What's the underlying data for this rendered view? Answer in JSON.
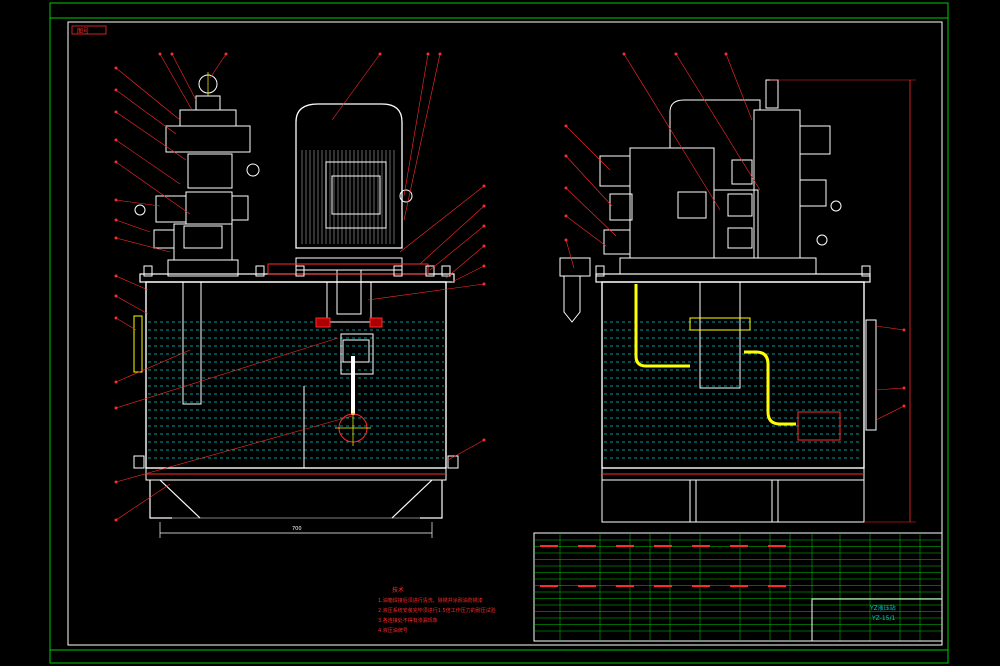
{
  "drawing": {
    "corner_tag": "图号",
    "dimension_bottom": "700",
    "notes_heading": "技术",
    "notes": [
      "1.油箱焊接后须进行清洗、除锈并涂耐油防锈漆",
      "2.液压系统安装完毕须进行1.5倍工作压力的耐压试验",
      "3.各连接处不得有渗漏现象",
      "4.液压油牌号"
    ],
    "title_block": {
      "title": "YZ液压站",
      "code": "YZ-15/1"
    }
  },
  "colors": {
    "frame": "#00cc00",
    "line": "#ffffff",
    "leader": "#ff2a2a",
    "oil": "#00cccc",
    "table": "#00cc00",
    "yellow": "#ffff00",
    "magenta": "#ff00ff"
  }
}
